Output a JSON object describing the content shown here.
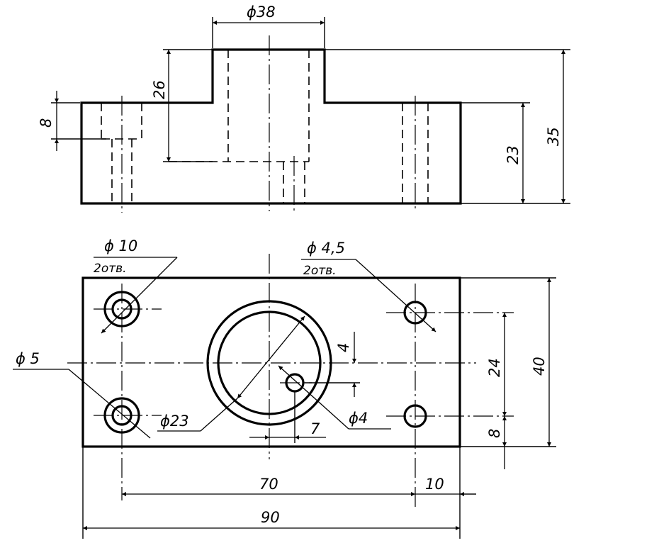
{
  "drawing": {
    "front_view": {
      "dims": {
        "top_boss_diameter": "ϕ38",
        "boss_height": "26",
        "flange_thickness": "8",
        "base_height": "23",
        "total_height": "35"
      }
    },
    "top_view": {
      "dims": {
        "large_hole": "ϕ 10",
        "large_hole_count": "2отв.",
        "small_hole": "ϕ 4,5",
        "small_hole_count": "2отв.",
        "through_hole": "ϕ 5",
        "bore": "ϕ23",
        "pin_hole": "ϕ4",
        "pin_offset_y": "4",
        "pin_offset_x": "7",
        "hole_spacing_y": "24",
        "edge_offset_y": "8",
        "width": "40",
        "hole_spacing_x": "70",
        "edge_offset_x": "10",
        "length": "90"
      }
    }
  }
}
